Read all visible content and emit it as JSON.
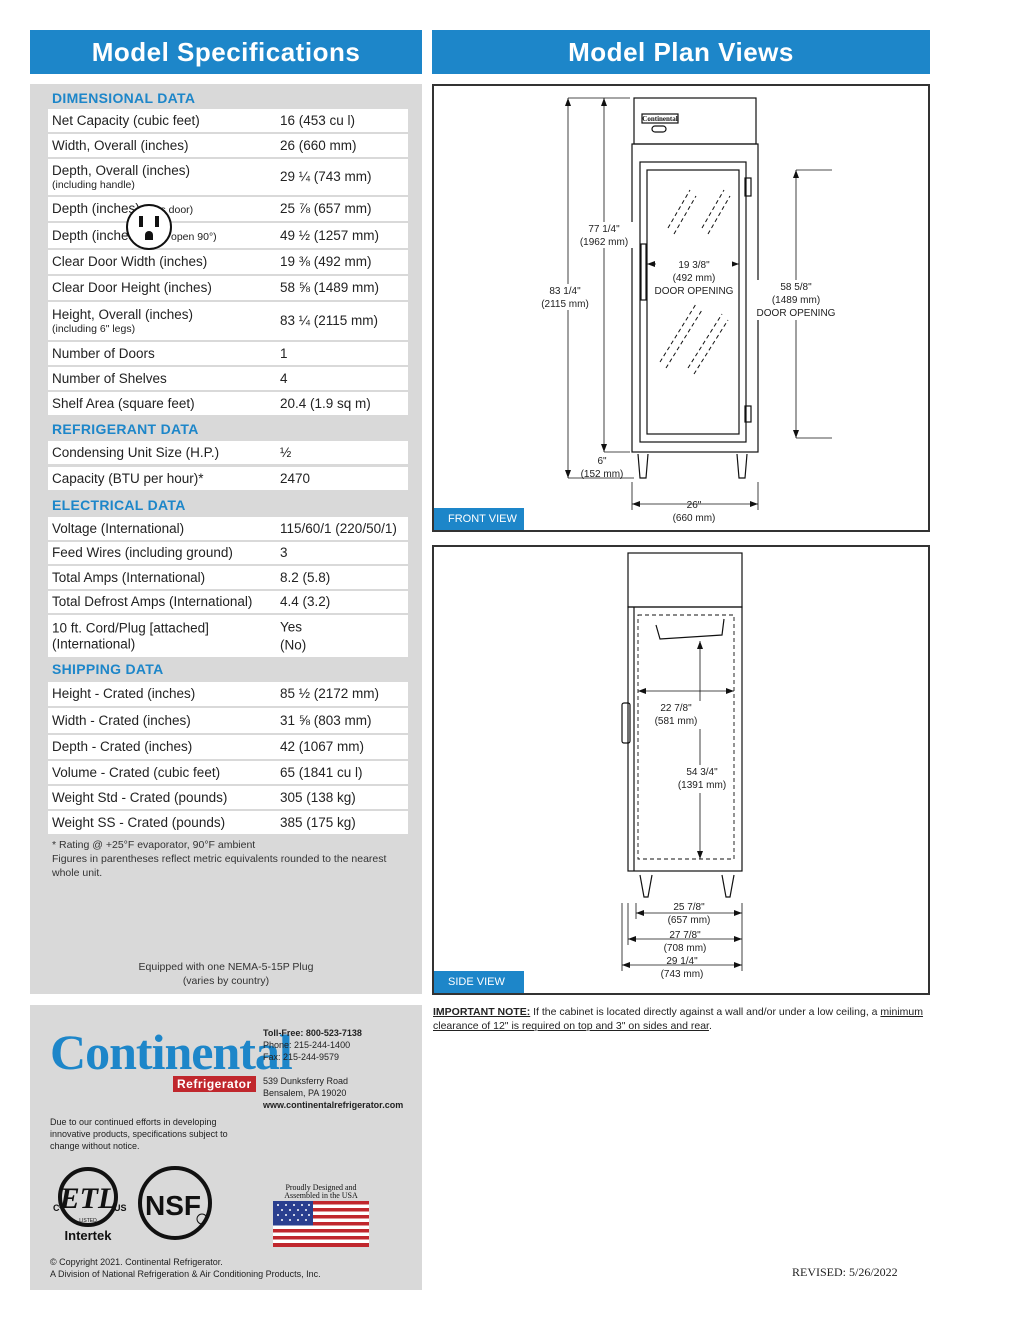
{
  "headers": {
    "specs": "Model Specifications",
    "plans": "Model Plan Views"
  },
  "dimensional": {
    "title": "DIMENSIONAL DATA",
    "rows": [
      {
        "label": "Net Capacity (cubic feet)",
        "value": "16 (453 cu l)"
      },
      {
        "label": "Width, Overall (inches)",
        "value": "26 (660 mm)"
      },
      {
        "label": "Depth, Overall (inches)",
        "sub": "(including handle)",
        "value": "29 ¼ (743 mm)"
      },
      {
        "label": "Depth (inches)",
        "inline": "(less door)",
        "value": "25 ⅞ (657 mm)"
      },
      {
        "label": "Depth (inches)",
        "inline": "(door open 90°)",
        "value": "49 ½ (1257 mm)"
      },
      {
        "label": "Clear Door Width (inches)",
        "value": "19 ⅜ (492 mm)"
      },
      {
        "label": "Clear Door Height (inches)",
        "value": "58 ⅝ (1489 mm)"
      },
      {
        "label": "Height, Overall (inches)",
        "sub": "(including 6\" legs)",
        "value": "83 ¼ (2115 mm)"
      },
      {
        "label": "Number of Doors",
        "value": "1"
      },
      {
        "label": "Number of Shelves",
        "value": "4"
      },
      {
        "label": "Shelf Area (square feet)",
        "value": "20.4 (1.9 sq m)"
      }
    ]
  },
  "refrigerant": {
    "title": "REFRIGERANT DATA",
    "rows": [
      {
        "label": "Condensing Unit Size (H.P.)",
        "value": "½"
      },
      {
        "label": "Capacity (BTU per hour)*",
        "value": "2470"
      }
    ]
  },
  "electrical": {
    "title": "ELECTRICAL DATA",
    "rows": [
      {
        "label": "Voltage (International)",
        "value": "115/60/1 (220/50/1)"
      },
      {
        "label": "Feed Wires (including ground)",
        "value": "3"
      },
      {
        "label": "Total Amps  (International)",
        "value": "8.2 (5.8)"
      },
      {
        "label": "Total Defrost Amps  (International)",
        "value": "4.4 (3.2)"
      },
      {
        "label": "10 ft. Cord/Plug [attached]",
        "label2": "(International)",
        "value": "Yes",
        "value2": "(No)"
      }
    ]
  },
  "shipping": {
    "title": "SHIPPING DATA",
    "rows": [
      {
        "label": "Height - Crated (inches)",
        "value": "85 ½ (2172 mm)"
      },
      {
        "label": "Width - Crated (inches)",
        "value": "31 ⅝ (803 mm)"
      },
      {
        "label": "Depth - Crated (inches)",
        "value": "42 (1067 mm)"
      },
      {
        "label": "Volume - Crated (cubic feet)",
        "value": "65 (1841 cu l)"
      },
      {
        "label": "Weight Std - Crated (pounds)",
        "value": "305 (138 kg)"
      },
      {
        "label": "Weight SS - Crated (pounds)",
        "value": "385 (175 kg)"
      }
    ]
  },
  "notes": {
    "rating": "* Rating @ +25°F evaporator, 90°F ambient",
    "metric": "Figures in parentheses reflect metric equivalents rounded to the nearest whole unit."
  },
  "plug": {
    "line1": "Equipped with one NEMA-5-15P Plug",
    "line2": "(varies by country)"
  },
  "company": {
    "logo_name": "Continental",
    "logo_sub": "Refrigerator",
    "tollfree": "Toll-Free: 800-523-7138",
    "phone": "Phone: 215-244-1400",
    "fax": "Fax: 215-244-9579",
    "address1": "539 Dunksferry Road",
    "address2": "Bensalem, PA 19020",
    "website": "www.continentalrefrigerator.com",
    "disclaimer": "Due to our continued efforts in developing innovative products, specifications subject to change without notice.",
    "copyright1": "© Copyright 2021. Continental Refrigerator.",
    "copyright2": "A Division of National Refrigeration & Air Conditioning Products, Inc."
  },
  "certs": {
    "etl_c": "C",
    "etl_us": "US",
    "etl_listed": "LISTED",
    "etl_mark": "ETL",
    "intertek": "Intertek",
    "nsf": "NSF",
    "usa_line1": "Proudly Designed and",
    "usa_line2": "Assembled in the USA"
  },
  "front_view": {
    "label": "FRONT VIEW",
    "brand_plate": "Continental",
    "dims": {
      "h_top_1": "77 1/4\"",
      "h_top_2": "(1962 mm)",
      "h_all_1": "83 1/4\"",
      "h_all_2": "(2115 mm)",
      "door_w_1": "19 3/8\"",
      "door_w_2": "(492 mm)",
      "door_w_3": "DOOR OPENING",
      "door_h_1": "58 5/8\"",
      "door_h_2": "(1489 mm)",
      "door_h_3": "DOOR OPENING",
      "leg_1": "6\"",
      "leg_2": "(152 mm)",
      "width_1": "26\"",
      "width_2": "(660 mm)"
    }
  },
  "side_view": {
    "label": "SIDE VIEW",
    "dims": {
      "int_d_1": "22 7/8\"",
      "int_d_2": "(581 mm)",
      "int_h_1": "54 3/4\"",
      "int_h_2": "(1391 mm)",
      "d1_1": "25 7/8\"",
      "d1_2": "(657 mm)",
      "d2_1": "27 7/8\"",
      "d2_2": "(708 mm)",
      "d3_1": "29 1/4\"",
      "d3_2": "(743 mm)"
    }
  },
  "important": {
    "lead": "IMPORTANT NOTE:",
    "text": " If the cabinet is located directly against a wall and/or under a low ceiling, a ",
    "u1": "minimum clearance of 12\" is required on top and 3\" on sides and rear",
    "end": "."
  },
  "revised": "REVISED: 5/26/2022"
}
